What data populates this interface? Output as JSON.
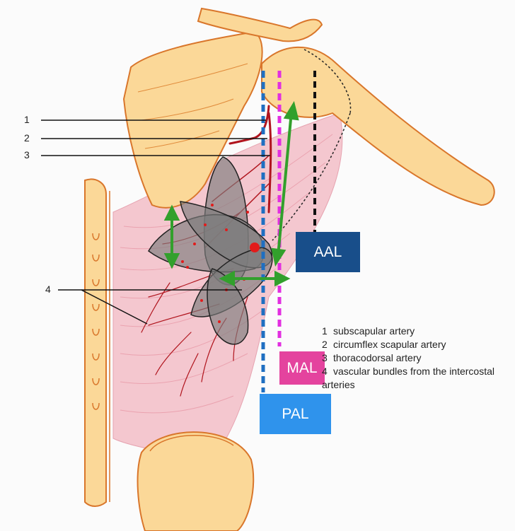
{
  "labels": {
    "l1": "1",
    "l2": "2",
    "l3": "3",
    "l4": "4"
  },
  "lines": {
    "aal": {
      "label": "AAL",
      "color": "#184e8a"
    },
    "mal": {
      "label": "MAL",
      "color": "#e4439e"
    },
    "pal": {
      "label": "PAL",
      "color": "#2f93ec"
    }
  },
  "legend": [
    {
      "num": "1",
      "text": "subscapular artery"
    },
    {
      "num": "2",
      "text": "circumflex scapular artery"
    },
    {
      "num": "3",
      "text": "thoracodorsal artery"
    },
    {
      "num": "4",
      "text": "vascular bundles from the intercostal arteries"
    }
  ],
  "colors": {
    "bone": "#fbd898",
    "bone_outline": "#d9762b",
    "muscle": "#f4c7cf",
    "artery": "#b0141d",
    "flap": "#7d7d7d",
    "arrow": "#32a02c",
    "dot": "#e21b1b"
  }
}
